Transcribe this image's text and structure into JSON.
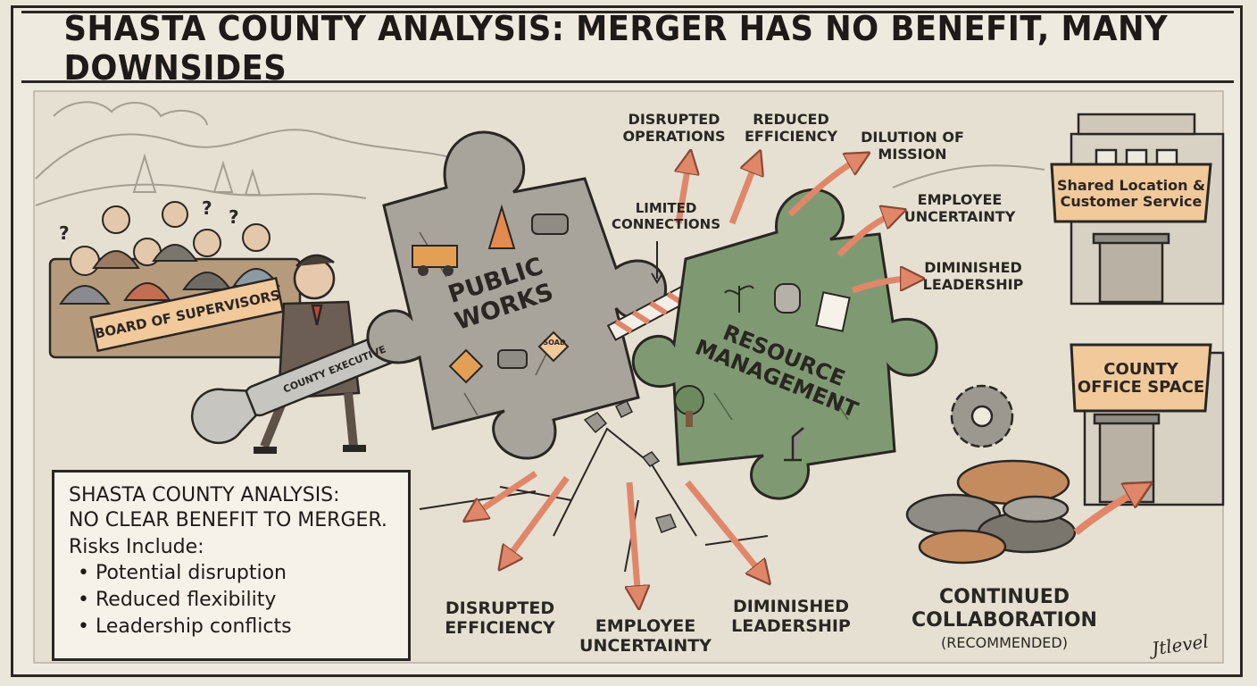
{
  "title": "SHASTA COUNTY ANALYSIS: MERGER HAS NO BENEFIT, MANY DOWNSIDES",
  "colors": {
    "paper": "#efeadf",
    "ink": "#2a2622",
    "gray_puzzle": "#a8a49c",
    "green_puzzle": "#7f9a72",
    "arrow": "#e0876a",
    "sign": "#f1c99a"
  },
  "board_sign": "BOARD OF SUPERVISORS",
  "wrench_label": "COUNTY EXECUTIVE",
  "puzzle_public_works": "PUBLIC WORKS",
  "puzzle_resource_management": "RESOURCE MANAGEMENT",
  "road_sign": "SOAD",
  "limited_connections": "LIMITED CONNECTIONS",
  "top_effects": [
    "DISRUPTED OPERATIONS",
    "REDUCED EFFICIENCY",
    "DILUTION OF MISSION",
    "EMPLOYEE UNCERTAINTY",
    "DIMINISHED LEADERSHIP"
  ],
  "bottom_effects": [
    "DISRUPTED EFFICIENCY",
    "EMPLOYEE UNCERTAINTY",
    "DIMINISHED LEADERSHIP"
  ],
  "banner_shared": "Shared Location & Customer Service",
  "office_sign": "COUNTY OFFICE SPACE",
  "collab_title": "CONTINUED COLLABORATION",
  "collab_note": "(RECOMMENDED)",
  "info": {
    "line1": "SHASTA COUNTY ANALYSIS:",
    "line2": "NO CLEAR BENEFIT TO MERGER.",
    "risks_heading": "Risks Include:",
    "risks": [
      "Potential disruption",
      "Reduced flexibility",
      "Leadership conflicts"
    ]
  },
  "signature": "Jtlevel"
}
